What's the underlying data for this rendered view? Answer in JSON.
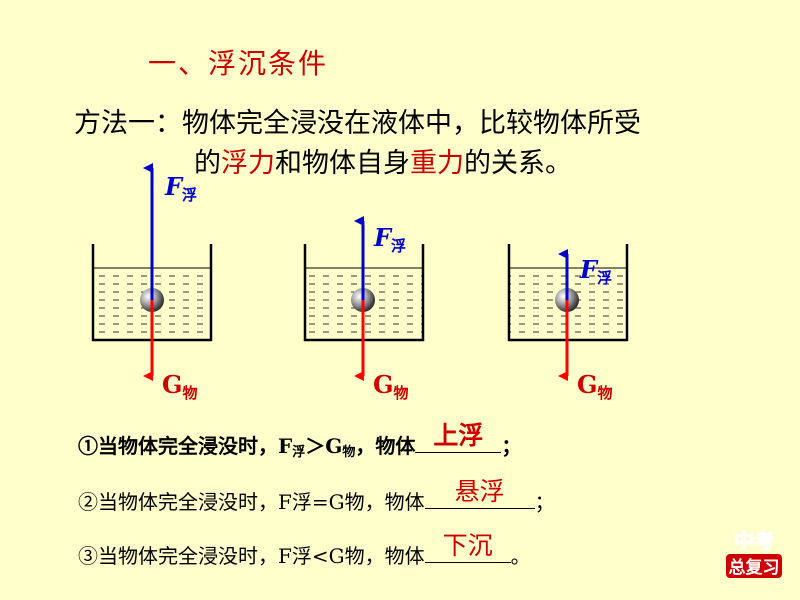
{
  "title": "一、浮沉条件",
  "method": {
    "line1": "方法一：物体完全浸没在液体中，比较物体所受",
    "line2_pre": "的",
    "line2_buoyancy": "浮力",
    "line2_mid": "和物体自身",
    "line2_gravity": "重力",
    "line2_post": "的关系。"
  },
  "diagram": {
    "buoyancy_symbol": "F",
    "buoyancy_sub": "浮",
    "gravity_symbol": "G",
    "gravity_sub": "物"
  },
  "conditions": [
    {
      "prefix": "①当物体完全浸没时，F",
      "f_sub": "浮",
      "relation": "＞G",
      "g_sub": "物",
      "suffix": "，物体",
      "answer": "上浮",
      "end": "；"
    },
    {
      "prefix": "②当物体完全浸没时，F",
      "f_sub": "浮",
      "relation": "=G",
      "g_sub": "物",
      "suffix": "，物体",
      "answer": "悬浮",
      "end": "；"
    },
    {
      "prefix": "③当物体完全浸没时，F",
      "f_sub": "浮",
      "relation": "<G",
      "g_sub": "物",
      "suffix": "，物体",
      "answer": "下沉",
      "end": "。"
    }
  ],
  "badge": {
    "line1": "中考",
    "line2": "总复习"
  },
  "colors": {
    "background": "#FFFFCC",
    "red": "#CC0000",
    "blue": "#0000CC"
  }
}
